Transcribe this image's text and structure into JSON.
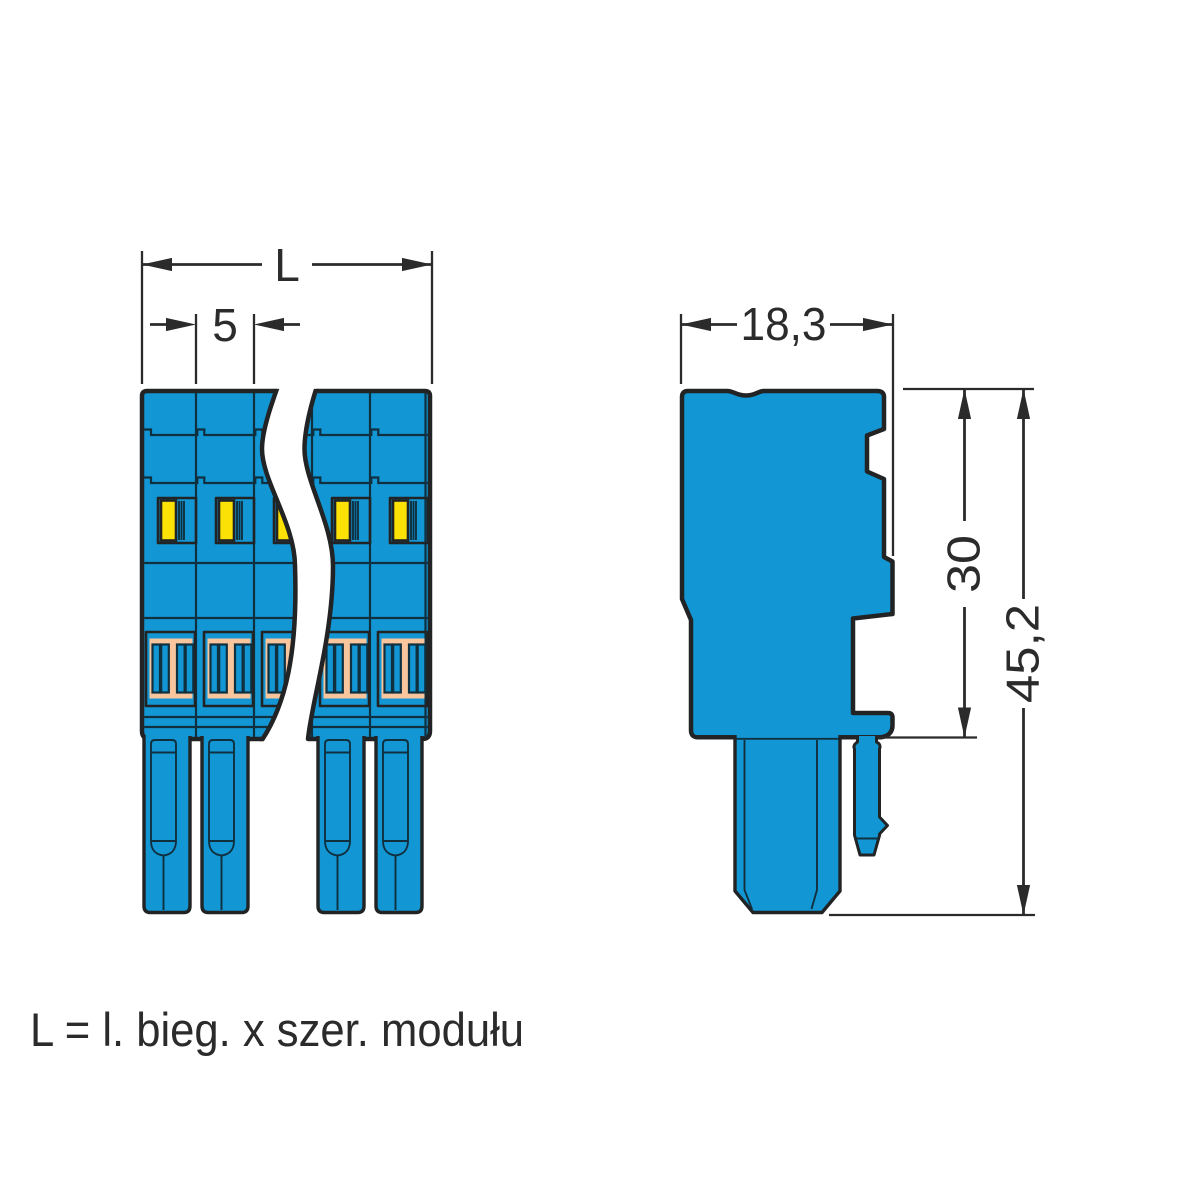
{
  "figure": {
    "kind": "technical-dimensional-drawing",
    "views": [
      {
        "id": "front",
        "description": "multi-pole connector front view with break"
      },
      {
        "id": "side",
        "description": "connector side profile"
      }
    ],
    "front_modules_visible": 5,
    "front_pins_visible": 4
  },
  "dimensions": {
    "overall_length": "L",
    "module_width": "5",
    "depth": "18,3",
    "housing_height": "30",
    "total_height": "45,2"
  },
  "caption": "L = l. bieg. x szer. modułu",
  "colors": {
    "housing_blue": "#1297d4",
    "outline_black": "#212324",
    "detail_line": "#10303f",
    "button_yellow": "#fbe105",
    "contact_salmon": "#f8c59c",
    "dimension_gray": "#2b2b2b",
    "background": "#ffffff"
  }
}
